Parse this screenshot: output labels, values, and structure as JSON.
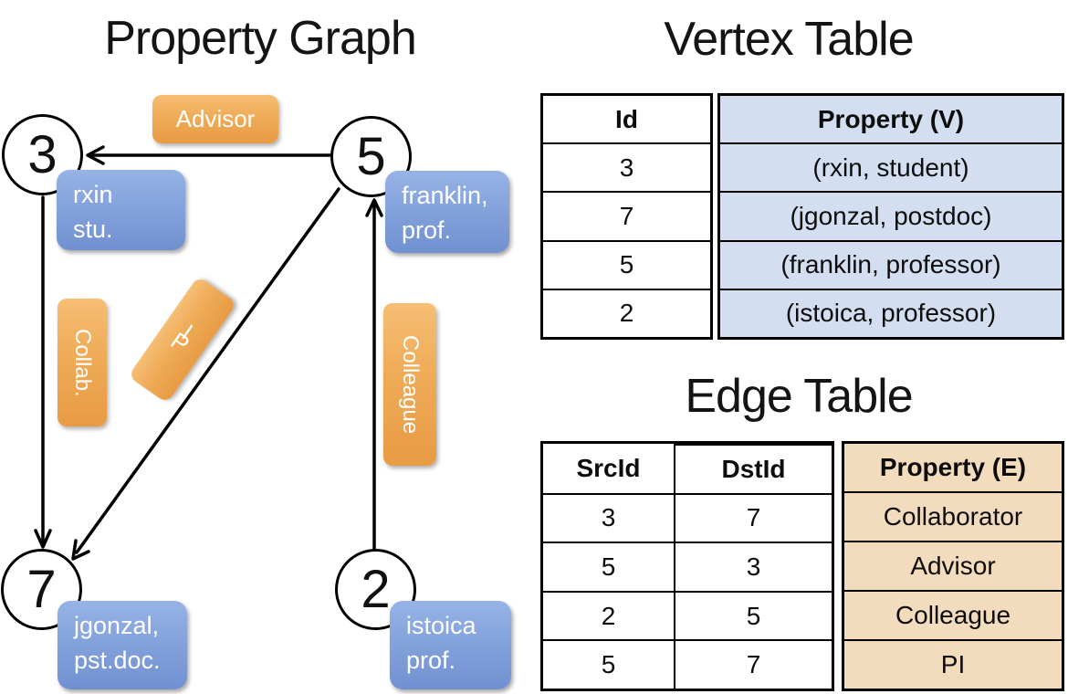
{
  "graph": {
    "title": "Property Graph",
    "nodes": [
      {
        "id": "3",
        "property_line1": "rxin",
        "property_line2": "stu."
      },
      {
        "id": "5",
        "property_line1": "franklin,",
        "property_line2": "prof."
      },
      {
        "id": "7",
        "property_line1": "jgonzal,",
        "property_line2": "pst.doc."
      },
      {
        "id": "2",
        "property_line1": "istoica",
        "property_line2": "prof."
      }
    ],
    "edge_labels": {
      "advisor": "Advisor",
      "collab": "Collab.",
      "pi": "PI",
      "colleague": "Colleague"
    }
  },
  "vertex_table": {
    "title": "Vertex Table",
    "columns": [
      "Id",
      "Property (V)"
    ],
    "rows": [
      [
        "3",
        "(rxin, student)"
      ],
      [
        "7",
        "(jgonzal, postdoc)"
      ],
      [
        "5",
        "(franklin, professor)"
      ],
      [
        "2",
        "(istoica, professor)"
      ]
    ]
  },
  "edge_table": {
    "title": "Edge Table",
    "columns": [
      "SrcId",
      "DstId",
      "Property (E)"
    ],
    "rows": [
      [
        "3",
        "7",
        "Collaborator"
      ],
      [
        "5",
        "3",
        "Advisor"
      ],
      [
        "2",
        "5",
        "Colleague"
      ],
      [
        "5",
        "7",
        "PI"
      ]
    ]
  },
  "colors": {
    "edge_label_fill_top": "#F6BE75",
    "edge_label_fill_bottom": "#E89B43",
    "vertex_label_fill_top": "#97B3E6",
    "vertex_label_fill_bottom": "#7190D0",
    "vertex_property_bg": "#D3DEF0",
    "edge_property_bg": "#F3DCBE",
    "line_color": "#000000",
    "label_text_color": "#FFFFFF"
  }
}
